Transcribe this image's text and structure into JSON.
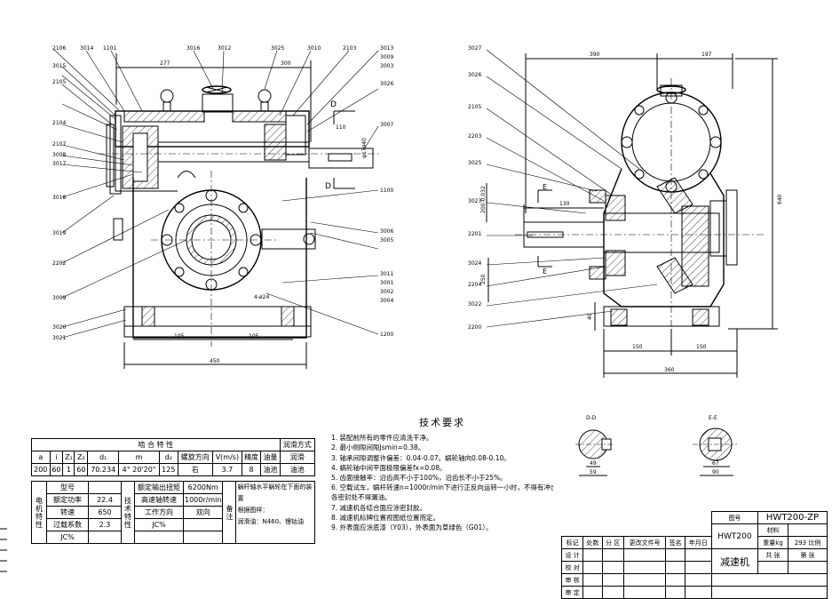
{
  "part_labels_left": [
    "2106",
    "3014",
    "1101",
    "3016",
    "3012",
    "3025",
    "3010",
    "2103",
    "3013",
    "3015",
    "3009",
    "3003",
    "2105",
    "2104",
    "2107",
    "3008",
    "3017",
    "3018",
    "3019",
    "3007",
    "2202",
    "3009",
    "3020",
    "3021",
    "1100",
    "3006",
    "3005",
    "3011",
    "3001",
    "3002",
    "3004",
    "1200",
    "3026"
  ],
  "part_labels_right": [
    "3027",
    "3026",
    "2105",
    "2203",
    "3025",
    "3023",
    "2201",
    "3024",
    "2204",
    "3022",
    "2200"
  ],
  "dims_left": {
    "d277": "277",
    "d300": "300",
    "d110": "110",
    "d105a": "105",
    "d105b": "105",
    "d450": "450",
    "holes": "4-ø24",
    "keyw": "φ17ø40"
  },
  "dims_right": {
    "d390": "390",
    "d197": "197",
    "d640": "640",
    "d130": "130",
    "d150a": "150",
    "d150b": "150",
    "d360": "360",
    "d40": "40",
    "d250": "250",
    "d200": "200-0.032"
  },
  "section_marks": {
    "d_top": "D",
    "d_bottom": "D",
    "e_top": "E",
    "e_bottom": "E"
  },
  "section_dd": {
    "label": "D-D",
    "dim1": "49",
    "dim2": "59"
  },
  "section_ee": {
    "label": "E-E",
    "dim1": "67",
    "dim2": "90"
  },
  "mesh_table": {
    "title": "啮 合 特 性",
    "method_hdr": "润滑方式",
    "h": [
      "a",
      "i",
      "Z₁",
      "Z₂",
      "d₁",
      "m",
      "d₂",
      "螺旋方向",
      "V(m/s)",
      "精度",
      "油量",
      "润滑"
    ],
    "v": [
      "200",
      "60",
      "1",
      "60",
      "70.234",
      "4° 20'20\"",
      "125",
      "右",
      "3.7",
      "8",
      "油池",
      "油池"
    ],
    "motor_lbl": "电机特性",
    "rows": [
      [
        "型号",
        "",
        ""
      ],
      [
        "额定功率",
        "22.4",
        ""
      ],
      [
        "转速",
        "650",
        ""
      ],
      [
        "过载系数",
        "2.3",
        ""
      ],
      [
        "JC%",
        "",
        ""
      ]
    ],
    "tech_lbl": "技术特性",
    "tech_rows": [
      [
        "额定输出扭矩",
        "6200Nm"
      ],
      [
        "高速轴转速",
        "1000r/min"
      ],
      [
        "工作方向",
        "双向"
      ],
      [
        "JC%",
        ""
      ]
    ],
    "remark_lbl": "备注",
    "remarks": [
      "蜗杆轴水平蜗轮在下面的装置",
      "根据图样：",
      "润滑油：N460、锂钴油"
    ]
  },
  "notes": {
    "title": "技术要求",
    "items": [
      "1. 装配前所有的零件应清洗干净。",
      "2. 最小侧隙间隙Jsmin=0.38。",
      "3. 轴承间隙调整许偏差：0.04-0.07。蜗轮轴向0.08-0.10。",
      "4. 蜗轮轴中间平面极限偏差fx=0.08。",
      "5. 齿面接触率：沿齿高不小于100%，沿齿长不小于25%。",
      "6. 空载试车，蜗杆转速n=1000r/min下进行正反向运转一小时，不得有冲击振动。",
      "   各密封处不得漏油。",
      "7. 减速机各结合面应涂密封胶。",
      "8. 减速机标牌位置视图纸位置而定。",
      "9. 外表面应涂底漆（Y03），外表面为草绿色（G01）。"
    ]
  },
  "title_block": {
    "drawing_no_lbl": "图号",
    "drawing_no": "HWT200-ZP",
    "model": "HWT200",
    "name": "减速机",
    "material_lbl": "材料",
    "weight_lbl": "重量kg",
    "weight": "293",
    "scale_lbl": "比例",
    "sheet_lbl": "共 张",
    "sheet2_lbl": "第 张",
    "rev_hdr": [
      "标记",
      "处数",
      "分 区",
      "更改文件号",
      "签名",
      "年月日"
    ],
    "roles": [
      "设 计",
      "校 对",
      "审 核",
      "审 定"
    ]
  }
}
